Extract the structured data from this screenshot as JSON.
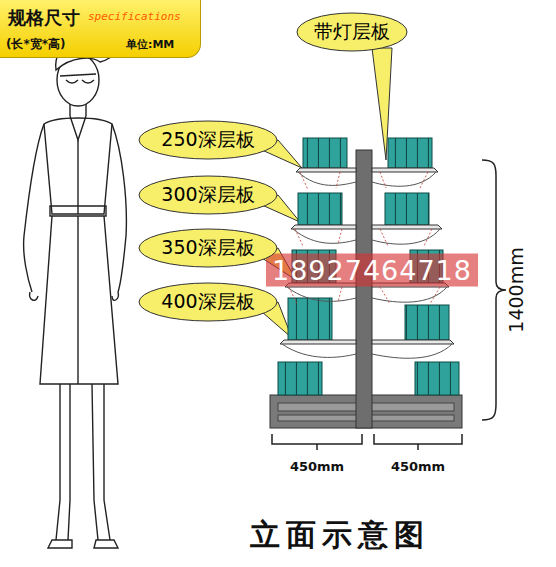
{
  "diagram": {
    "caption": "立面示意图",
    "nodes": [
      {
        "text": [
          "规格尺寸",
          "specifications",
          "(长*宽*高)",
          "单位:MM"
        ]
      },
      {
        "text": [
          "带灯层板"
        ]
      },
      {
        "text": [
          "250深层板"
        ]
      },
      {
        "text": [
          "300深层板"
        ]
      },
      {
        "text": [
          "350深层板"
        ]
      },
      {
        "text": [
          "400深层板"
        ]
      }
    ],
    "labels": [
      "18927464718",
      "1400mm",
      "450mm",
      "450mm"
    ]
  }
}
